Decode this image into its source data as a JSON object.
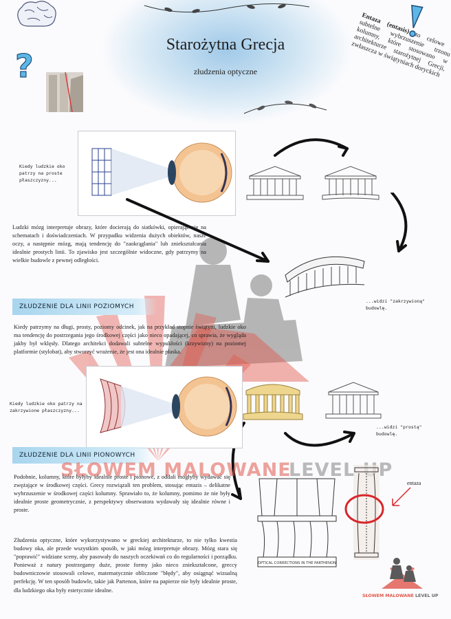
{
  "header": {
    "title": "Starożytna Grecja",
    "subtitle": "złudzenia optyczne"
  },
  "note": {
    "term": "Entaza",
    "term_alt": "(entasis)",
    "text": "to celowe i subtelne wybrzuszenie trzonu kolumny, które stosowano w architekturze starożytnej Grecji, zwłaszcza w świątyniach doryckich"
  },
  "captions": {
    "straight_lines": "Kiedy ludzkie oko patrzy na proste płaszczyzny...",
    "curved_seen": "...widzi \"zakrzywioną\" budowlę.",
    "curved_lines": "Kiedy ludzkie oko patrzy na zakrzywione płaszczyzny...",
    "straight_seen": "...widzi \"prostą\" budowlę.",
    "entaza_label": "entaza",
    "drawing_title": "OPTICAL CORRECTIONS IN THE PARTHENON"
  },
  "intro": "Ludzki mózg interpretuje obrazy, które docierają do siatkówki, opierając się na schematach i doświadczeniach. W przypadku widzenia dużych obiektów, nasze oczy, a następnie mózg, mają tendencję do \"zaokrąglania\" lub zniekształcania idealnie prostych linii. To zjawisko jest szczególnie widoczne, gdy patrzymy na wielkie budowle z pewnej odległości.",
  "sections": [
    {
      "heading": "Złudzenie dla linii poziomych",
      "text": "Kiedy patrzymy na długi, prosty, poziomy odcinek, jak na przykład stopnie świątyni, ludzkie oko ma tendencję do postrzegania jego środkowej części jako nieco opadającej, co sprawia, że wygląda jakby był wklęsły. Dlatego architekci dodawali subtelne wypukłości (krzywizny) na poziomej platformie (stylobat), aby stworzyć wrażenie, że jest ona idealnie płaska."
    },
    {
      "heading": "Złudzenie dla linii pionowych",
      "text": "Podobnie, kolumny, które byłyby idealnie proste i pionowe, z oddali mogłyby wydawać się zwężające w środkowej części. Grecy rozwiązali ten problem, stosując entazis – delikatne wybrzuszenie w środkowej części kolumny. Sprawiało to, że kolumny, pomimo że nie były idealnie proste geometrycznie, z perspektywy obserwatora wydawały się idealnie równe i proste."
    }
  ],
  "closing": "Złudzenia optyczne, które wykorzystywano w greckiej architekturze, to nie tylko kwestia budowy oka, ale przede wszystkim sposób, w jaki mózg interpretuje obrazy. Mózg stara się \"poprawić\" widziane sceny, aby pasowały do naszych oczekiwań co do regularności i porządku. Ponieważ z natury postrzegamy duże, proste formy jako nieco zniekształcone, greccy budowniczowie stosowali celowe, matematycznie obliczone \"błędy\", aby osiągnąć wizualną perfekcję. W ten sposób budowle, takie jak Partenon, które na papierze nie były idealnie proste, dla ludzkiego oka były estetycznie idealne.",
  "watermark": {
    "text_a": "SŁOWEM MALOWANE",
    "text_b": "LEVEL UP",
    "logo_text_a": "SŁOWEM MALOWANE",
    "logo_text_b": "LEVEL UP"
  },
  "colors": {
    "accent_blue": "#8cc3e6",
    "watermark_red": "#e2574c",
    "highlight_red": "#d9252a"
  }
}
